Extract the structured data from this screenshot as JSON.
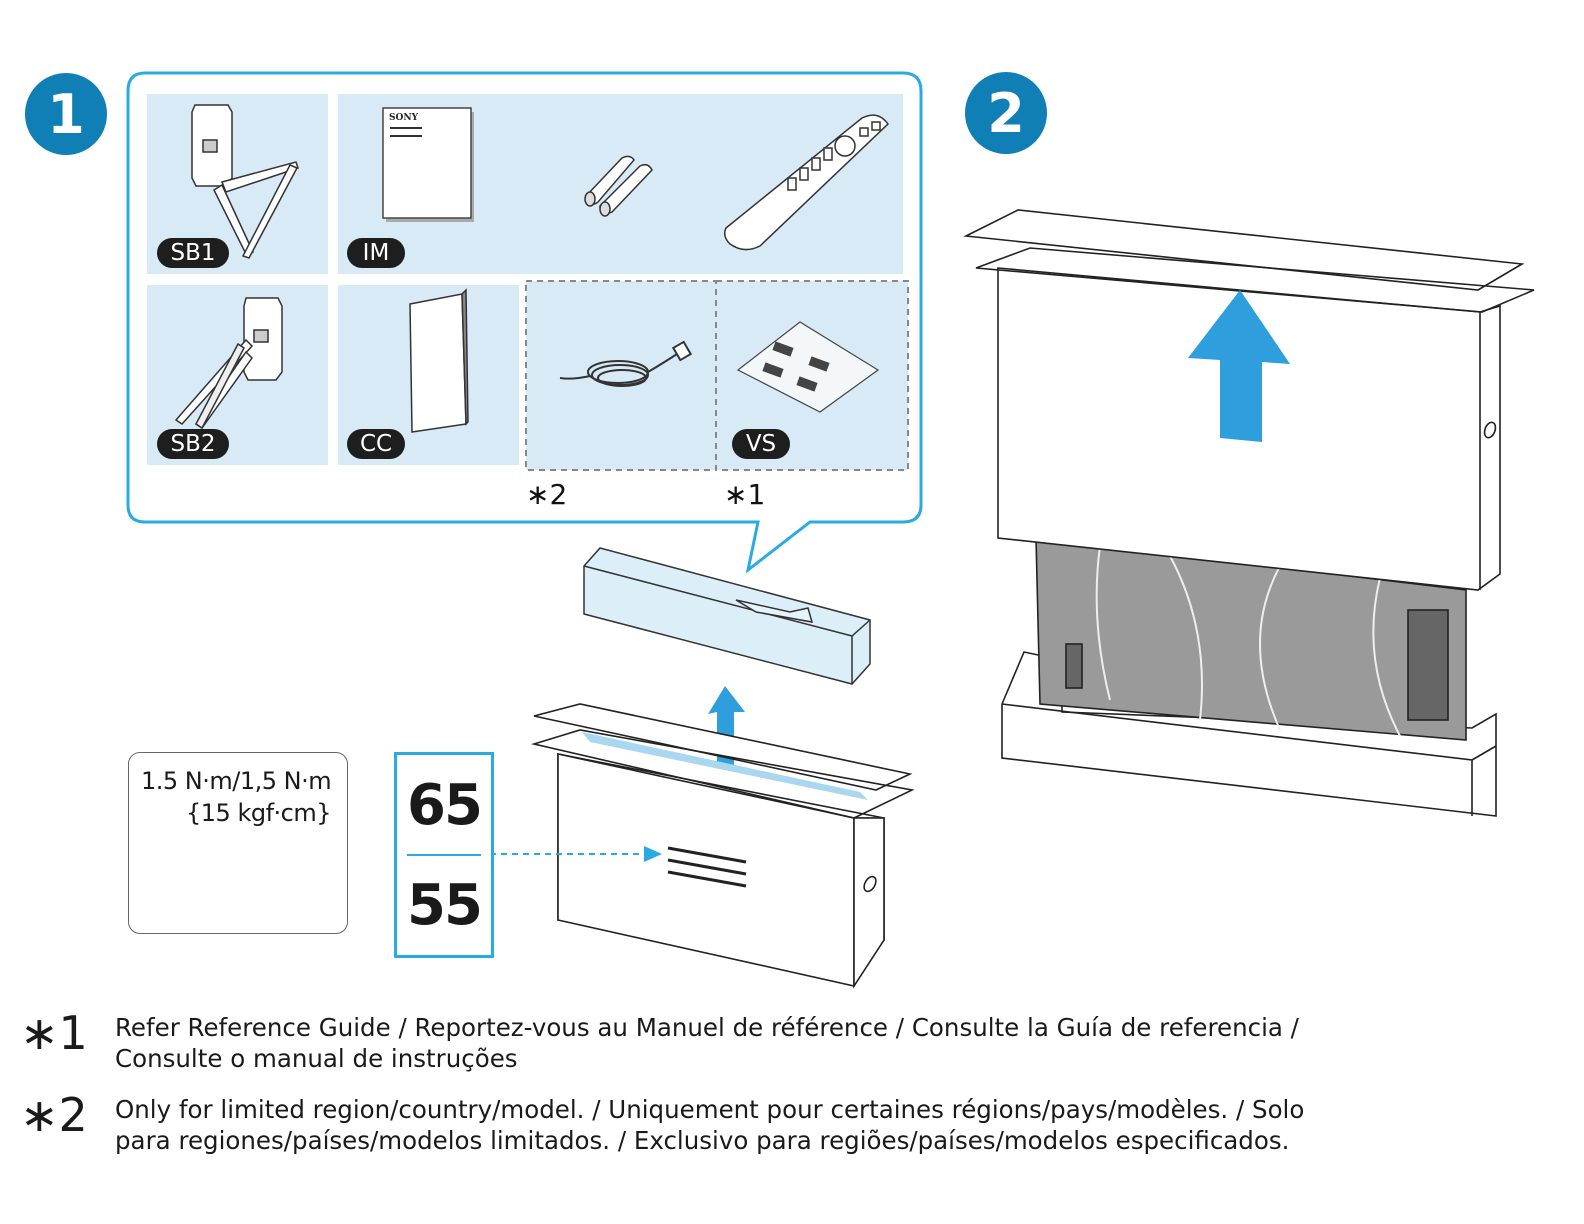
{
  "steps": {
    "one": "1",
    "two": "2"
  },
  "accessories": {
    "sb1": "SB1",
    "im": "IM",
    "sb2": "SB2",
    "cc": "CC",
    "vs": "VS",
    "star2": "∗2",
    "star1": "∗1",
    "manual_brand": "SONY"
  },
  "torque": {
    "line1": "1.5 N·m/1,5 N·m",
    "line2": "{15 kgf·cm}"
  },
  "sizes": {
    "a": "65",
    "b": "55"
  },
  "notes": [
    {
      "mark": "∗1",
      "text": "Refer Reference Guide / Reportez-vous au Manuel de référence / Consulte la Guía de referencia / Consulte o manual de instruções"
    },
    {
      "mark": "∗2",
      "text": "Only for limited region/country/model. / Uniquement pour certaines régions/pays/modèles. / Solo para regiones/países/modelos limitados. / Exclusivo para regiões/países/modelos especificados."
    }
  ],
  "colors": {
    "accent": "#29abe2",
    "badge": "#0f7fb6",
    "panel": "#d7eaf5",
    "arrow": "#2e9fdc"
  }
}
